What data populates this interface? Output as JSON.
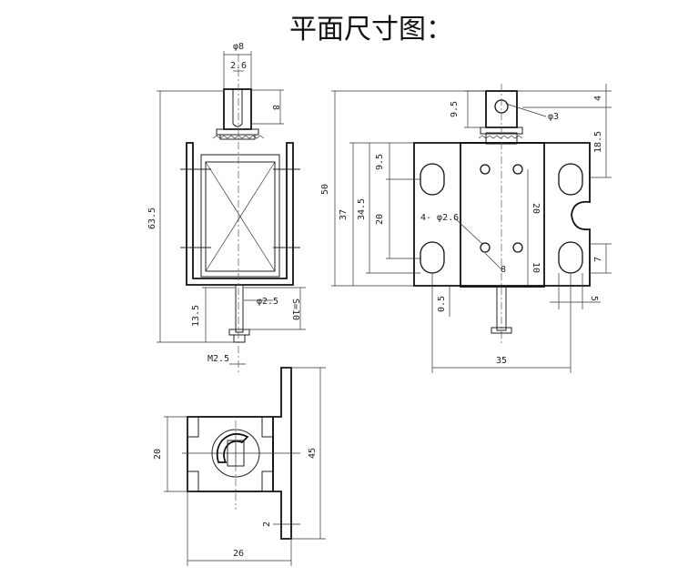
{
  "title": "平面尺寸图：",
  "front_view": {
    "d_phi8": "φ8",
    "d_2_6": "2.6",
    "d_8": "8",
    "d_63_5": "63.5",
    "d_phi2_5": "φ2.5",
    "d_13_5": "13.5",
    "d_stroke": "S=10",
    "d_m2_5": "M2.5"
  },
  "side_view": {
    "d_4": "4",
    "d_9_5_top": "9.5",
    "d_phi3": "φ3",
    "d_18_5": "18.5",
    "d_50": "50",
    "d_37": "37",
    "d_34_5": "34.5",
    "d_9_5_mid": "9.5",
    "d_20_left": "20",
    "d_holes": "4- φ2.6",
    "d_20_right": "20",
    "d_8": "8",
    "d_10": "10",
    "d_7": "7",
    "d_0_5": "0.5",
    "d_5": "5",
    "d_35": "35"
  },
  "bottom_view": {
    "d_20": "20",
    "d_45": "45",
    "d_2": "2",
    "d_26": "26"
  }
}
